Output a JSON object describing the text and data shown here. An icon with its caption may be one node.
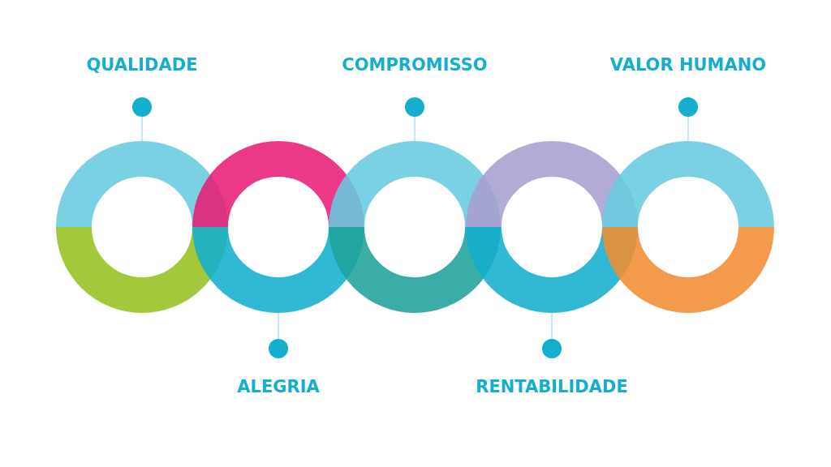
{
  "diagram": {
    "nodes": [
      {
        "text": [
          "QUALIDADE"
        ]
      },
      {
        "text": [
          "COMPROMISSO"
        ]
      },
      {
        "text": [
          "VALOR HUMANO"
        ]
      },
      {
        "text": [],
        "shape": "circle"
      },
      {
        "text": [],
        "shape": "circle"
      },
      {
        "text": [],
        "shape": "circle"
      },
      {
        "text": [],
        "shape": "circle"
      },
      {
        "text": [],
        "shape": "circle"
      },
      {
        "text": [
          "ALEGRIA"
        ]
      },
      {
        "text": [
          "RENTABILIDADE"
        ]
      }
    ],
    "edges": [
      {
        "from": 0,
        "to": 3,
        "arrow": "other"
      },
      {
        "from": 1,
        "to": 5,
        "arrow": "other"
      },
      {
        "from": 2,
        "to": 7,
        "arrow": "other"
      },
      {
        "from": 8,
        "to": 4,
        "arrow": "other"
      },
      {
        "from": 9,
        "to": 6,
        "arrow": "other"
      }
    ]
  }
}
